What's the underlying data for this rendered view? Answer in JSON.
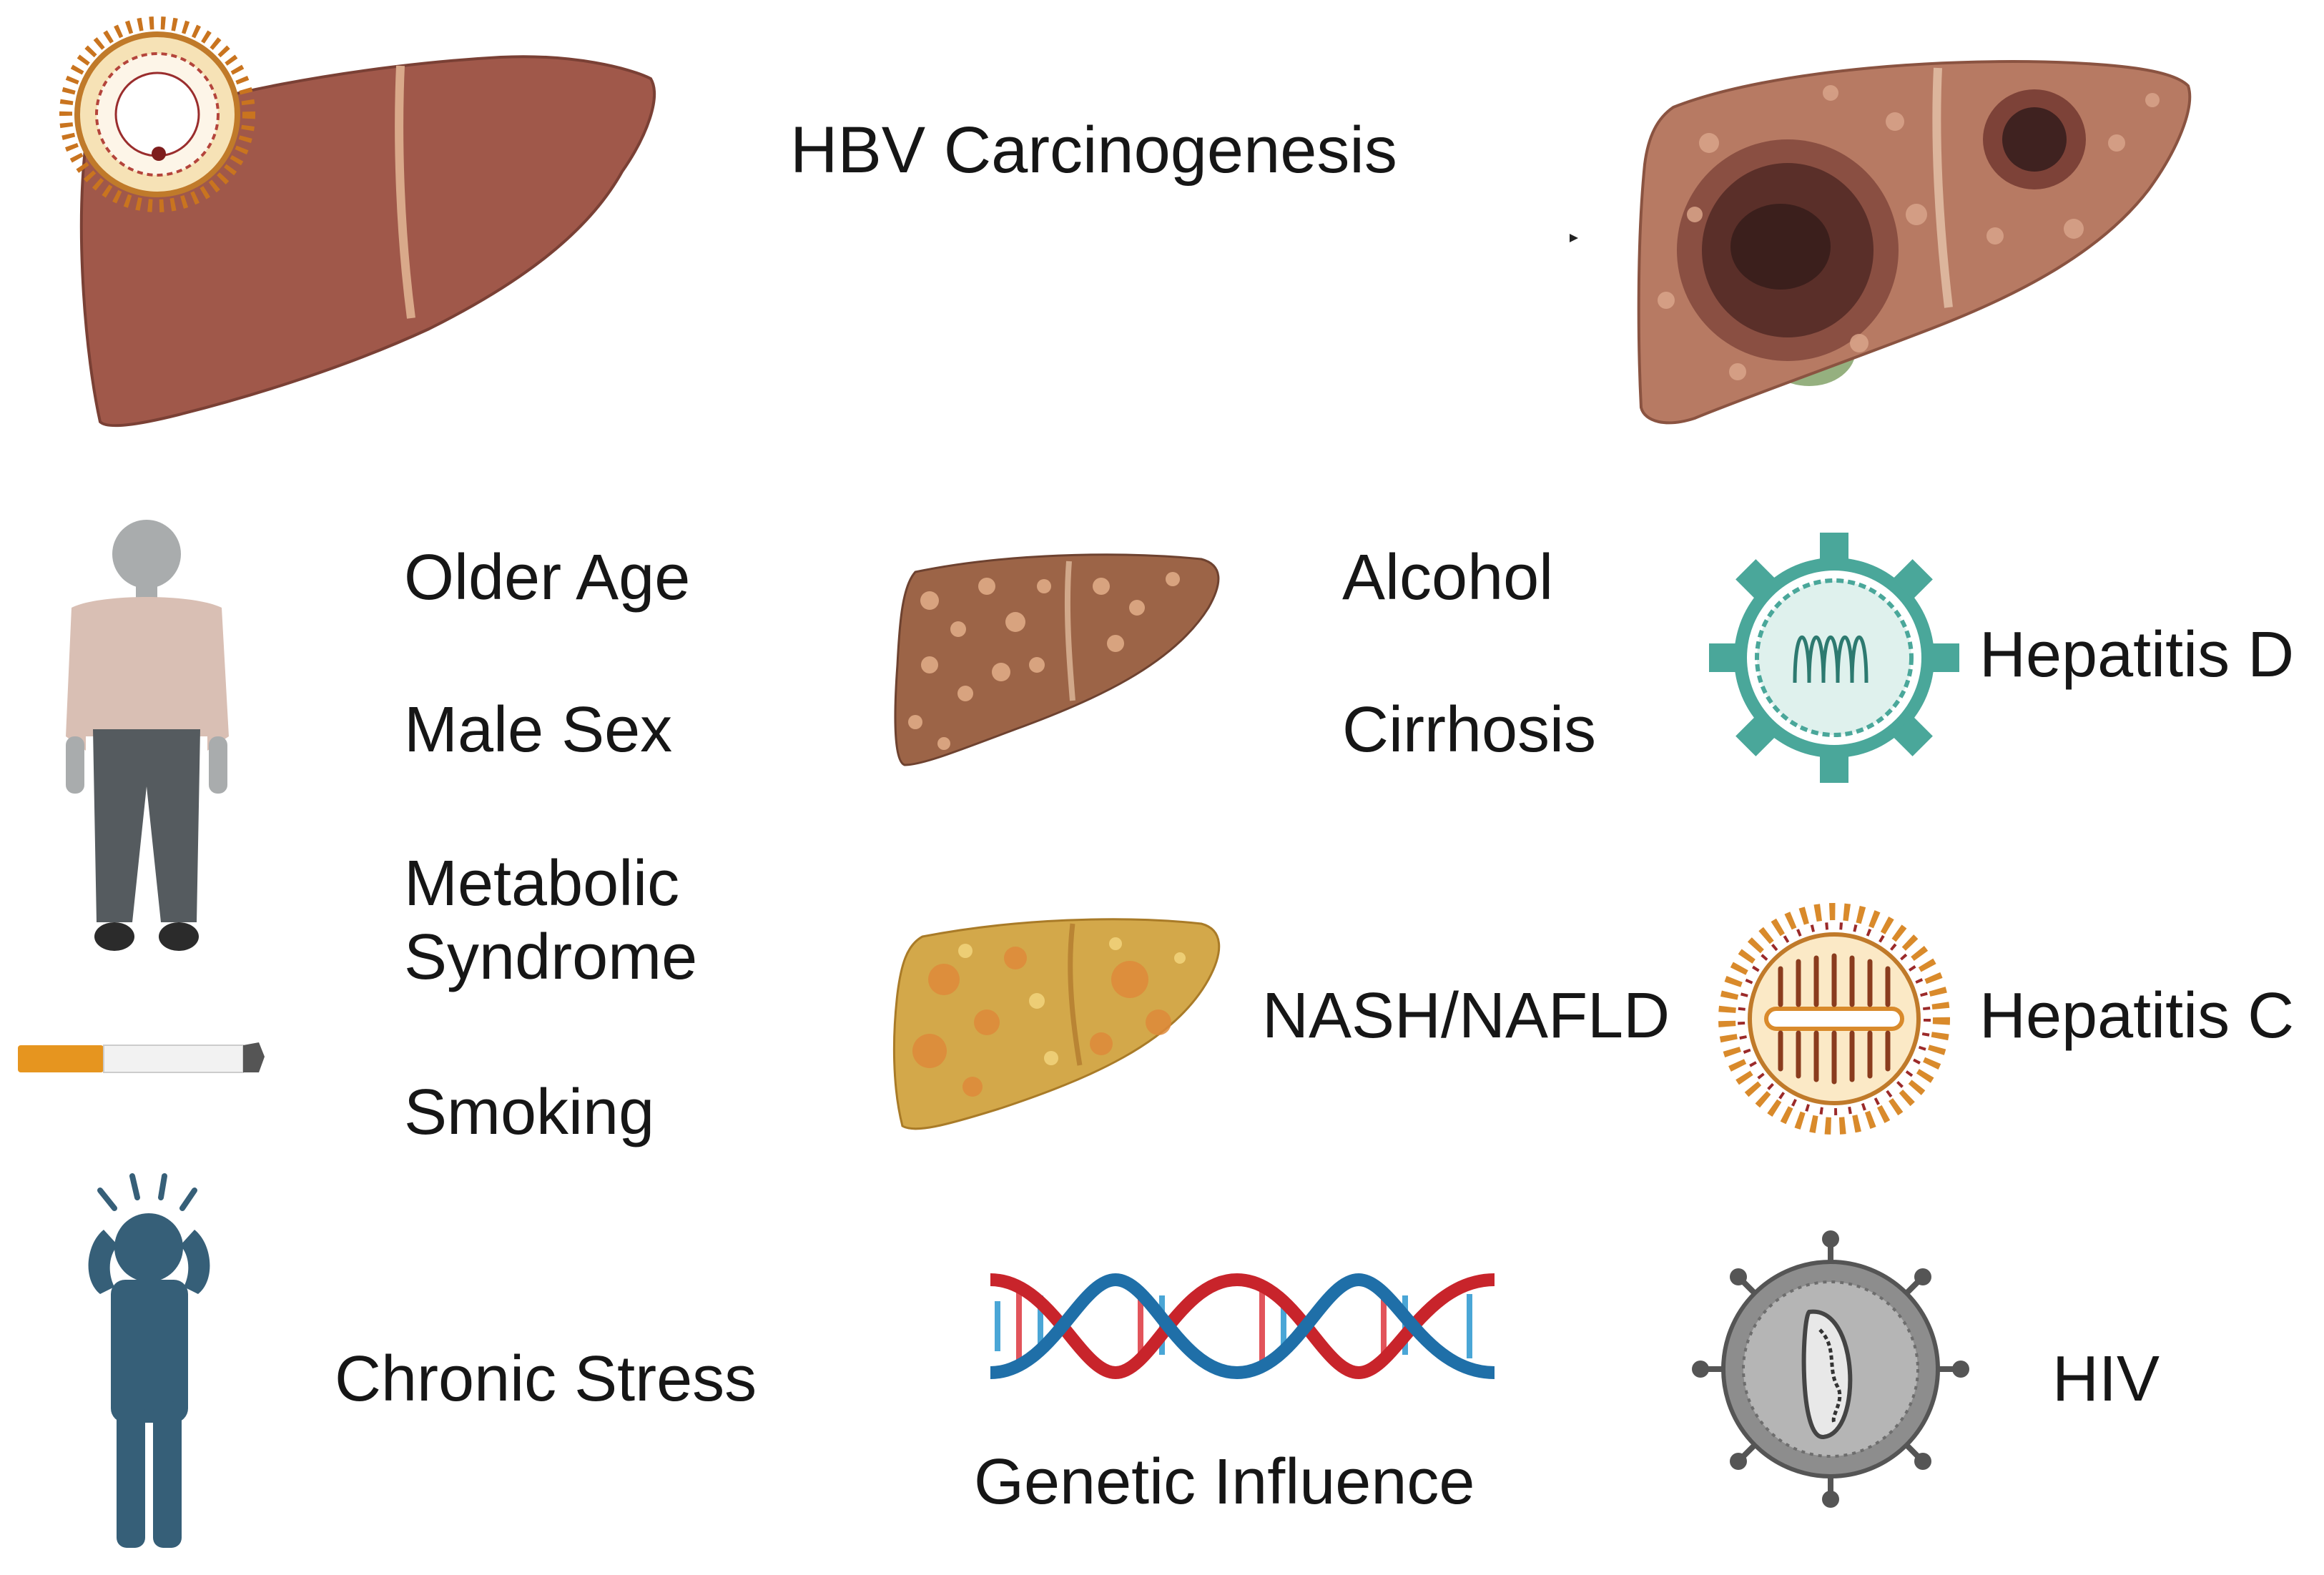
{
  "title": "HBV Carcinogenesis",
  "risk_factors": {
    "older_age": "Older Age",
    "male_sex": "Male Sex",
    "metabolic_syndrome": "Metabolic\nSyndrome",
    "smoking": "Smoking",
    "chronic_stress": "Chronic Stress",
    "alcohol": "Alcohol",
    "cirrhosis": "Cirrhosis",
    "nash_nafld": "NASH/NAFLD",
    "genetic_influence": "Genetic Influence",
    "hepatitis_d": "Hepatitis D",
    "hepatitis_c": "Hepatitis C",
    "hiv": "HIV"
  },
  "icons": {
    "healthy_liver_with_virus": "liver-with-hbv-icon",
    "cancerous_liver": "cancerous-liver-icon",
    "older_person": "older-person-icon",
    "cigarette": "cigarette-icon",
    "stressed_person": "stressed-person-icon",
    "cirrhotic_liver": "cirrhotic-liver-icon",
    "fatty_liver": "fatty-liver-icon",
    "dna_helix": "dna-helix-icon",
    "hdv_virus": "hepatitis-d-virus-icon",
    "hcv_virus": "hepatitis-c-virus-icon",
    "hiv_virus": "hiv-virus-icon"
  },
  "colors": {
    "liver": "#a0584a",
    "liver_dark": "#6e3a31",
    "cancer_liver": "#b77a63",
    "tumor": "#4a2622",
    "gallbladder": "#4e9a58",
    "stress_figure": "#365f78",
    "hdv": "#4aa79a",
    "hcv_orange": "#d98a2b",
    "hcv_red": "#9b2a2a",
    "hiv_grey": "#8d8d8d",
    "dna_red": "#c8242b",
    "dna_blue": "#1f6fa8"
  }
}
